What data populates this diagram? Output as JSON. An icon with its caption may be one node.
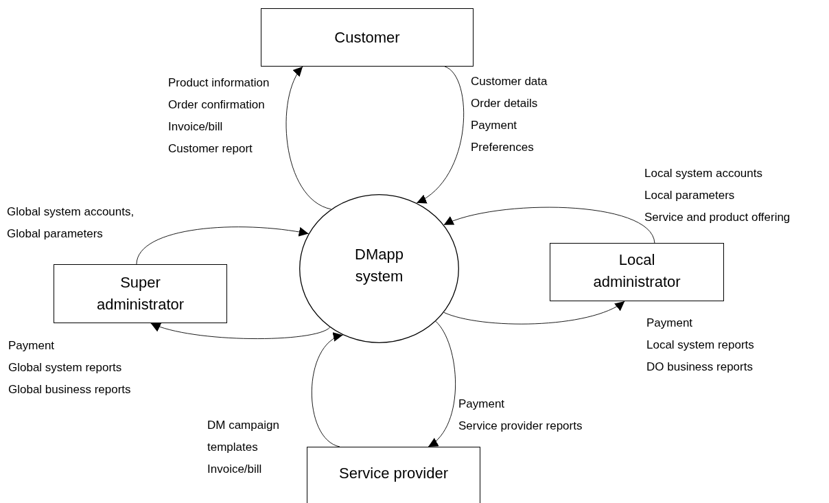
{
  "diagram": {
    "nodes": [
      {
        "text": [
          "Customer"
        ]
      },
      {
        "text": [
          "DMapp system"
        ]
      },
      {
        "text": [
          "Super administrator"
        ]
      },
      {
        "text": [
          "Local administrator"
        ]
      },
      {
        "text": [
          "Service provider"
        ]
      }
    ],
    "edges": [
      {
        "from": 0,
        "to": 1,
        "arrow": "to",
        "label": "Customer data Order details Payment Preferences"
      },
      {
        "from": 1,
        "to": 0,
        "arrow": "to",
        "label": "Product information Order confirmation Invoice/bill Customer report"
      },
      {
        "from": 2,
        "to": 1,
        "arrow": "to",
        "label": "Global system accounts, Global parameters"
      },
      {
        "from": 1,
        "to": 2,
        "arrow": "to",
        "label": "Payment Global system reports Global business reports"
      },
      {
        "from": 3,
        "to": 1,
        "arrow": "to",
        "label": "Local system accounts Local parameters Service and product offering"
      },
      {
        "from": 1,
        "to": 3,
        "arrow": "to",
        "label": "Payment Local system reports DO business reports"
      },
      {
        "from": 4,
        "to": 1,
        "arrow": "to",
        "label": "DM campaign templates Invoice/bill"
      },
      {
        "from": 1,
        "to": 4,
        "arrow": "to",
        "label": "Payment Service provider reports"
      }
    ]
  }
}
